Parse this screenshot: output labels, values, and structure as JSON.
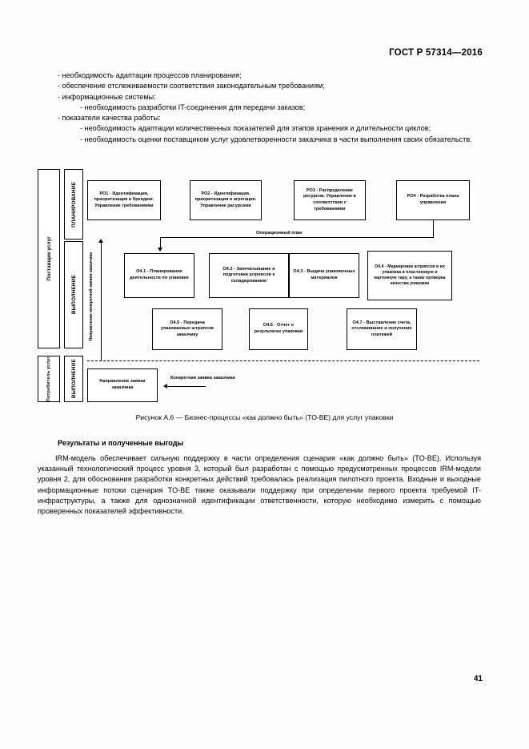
{
  "document": {
    "standard_header": "ГОСТ Р 57314—2016",
    "page_number": "41"
  },
  "intro_list": {
    "lines": [
      "- необходимость адаптации процессов планирования;",
      "- обеспечение отслеживаемости соответствия законодательным требованиям;",
      "- информационные системы:",
      "- необходимость разработки IT-соединения для передачи заказов;",
      "- показатели качества работы:",
      "- необходимость адаптации количественных показателей для этапов хранения и длительности циклов;",
      "- необходимость оценки поставщиком услуг удовлетворенности заказчика в части выполнения своих обязательств."
    ]
  },
  "figure": {
    "caption": "Рисунок А.6 — Бизнес-процессы «как должно быть» (TO-BE) для услуг упаковки",
    "lanes": {
      "provider": "Поставщик услуг",
      "consumer": "Потребитель услуг",
      "phase_planning": "ПЛАНИРОВАНИЕ",
      "phase_execution_top": "ВЫПОЛНЕНИЕ",
      "phase_execution_bottom": "ВЫПОЛНЕНИЕ"
    },
    "flows": {
      "operational_plan": "Операционный план",
      "request_direction": "Направление конкретной заявки заказчика",
      "customer_request": "Конкретная заявка заказчика"
    },
    "planning_boxes": [
      "PO1 - Идентификация, приоритизация и брендинг. Управление требованиями",
      "PO2 - Идентификация, приоритизация и агрегация. Управление расурсами",
      "PO3 - Распределение ресурсов. Управление в соответствии с требованиями",
      "PO4 - Разработка плана управления"
    ],
    "execution_row1": [
      "O4.1 - Планирование деятельности по упаковке",
      "O4.2 - Запечатывание и подготовка штрипсов к складированию",
      "O4.3 - Выдача упаковочных материалов",
      "O4.4 - Маркировка штрипсов и их упаковка в пластиковую и картонную тару, а также проверка качества упаковки"
    ],
    "execution_row2": [
      "O4.5 - Передача упакованных штрипсов заказчику",
      "O4.6 - Отчет о результатах упаковки",
      "O4.7 - Выставление счета, отслеживание и получение платежей"
    ],
    "consumer_box": "Направление заявки заказчика"
  },
  "results": {
    "heading": "Результаты и полученные выгоды",
    "paragraph": "IRM-модель обеспечивает сильную поддержку в части определения сценария «как должно быть» (TO-BE). Используя указанный технологический процесс уровня 3, который был разработан с помощью предусмотренных процессов IRM-модели уровня 2, для обоснования разработки конкретных действий требовалась реализация пилотного проекта. Входные и выходные информационные потоки сценария TO-BE также оказывали поддержку при определении первого проекта требуемой IT-инфраструктуры, а также для однозначной идентификации ответственности, которую необходимо измерить с помощью проверенных показателей эффективности."
  }
}
